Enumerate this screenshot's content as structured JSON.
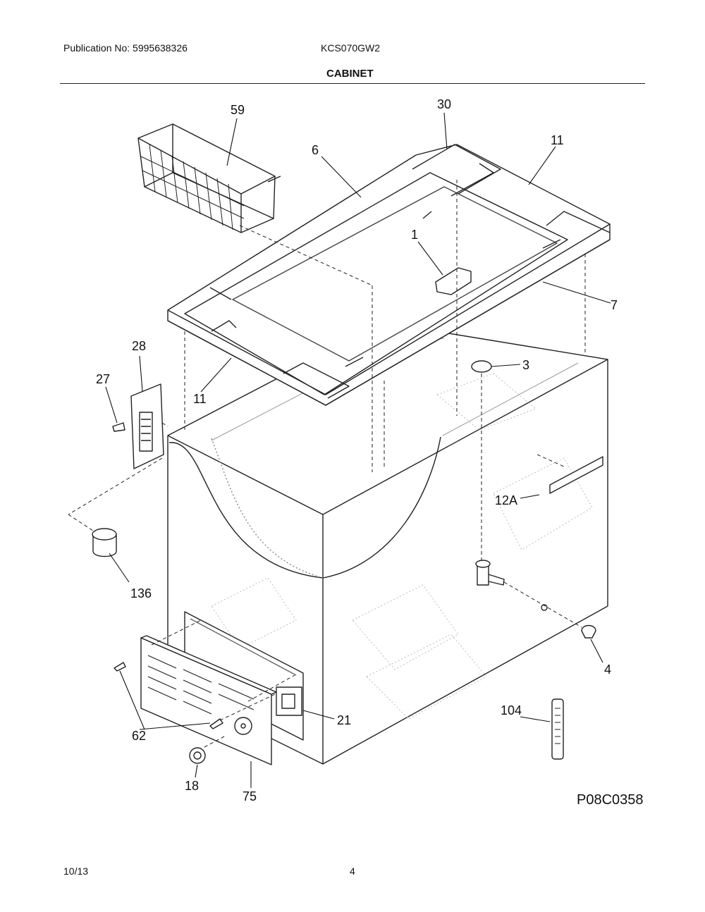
{
  "header": {
    "publication": "Publication No: 5995638326",
    "model": "KCS070GW2",
    "section": "CABINET"
  },
  "callouts": {
    "c59": "59",
    "c30": "30",
    "c6": "6",
    "c11a": "11",
    "c1": "1",
    "c7": "7",
    "c28": "28",
    "c27": "27",
    "c11b": "11",
    "c3": "3",
    "c12a": "12A",
    "c136": "136",
    "c4": "4",
    "c104": "104",
    "c21": "21",
    "c62": "62",
    "c18": "18",
    "c75": "75"
  },
  "figure_ref": "P08C0358",
  "footer": {
    "date": "10/13",
    "page": "4"
  }
}
